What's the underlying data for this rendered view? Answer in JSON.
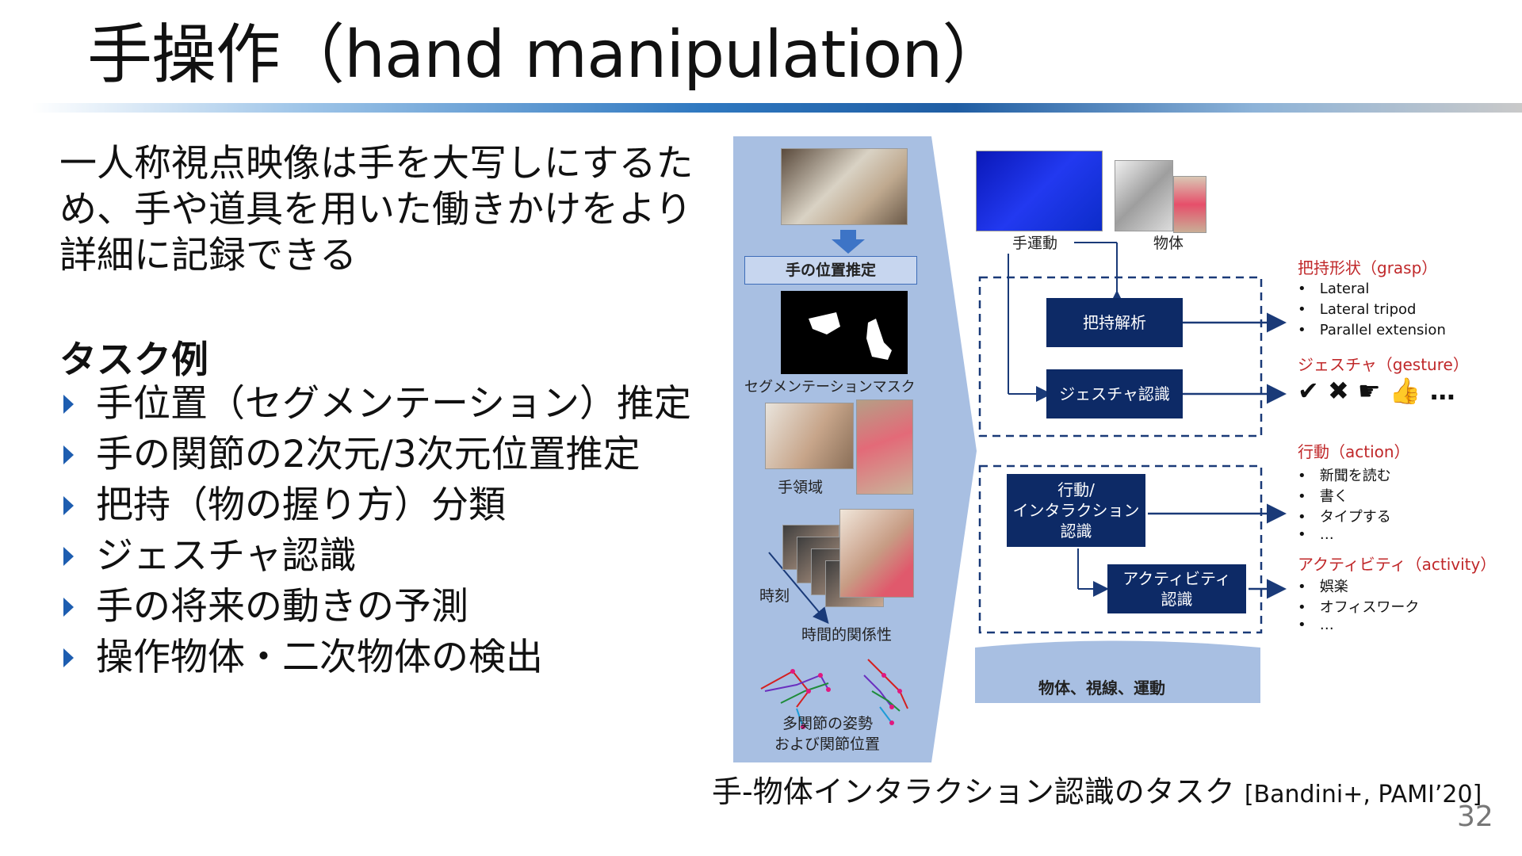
{
  "slide": {
    "title": "手操作（hand manipulation）",
    "intro": "一人称視点映像は手を大写しにするため、手や道具を用いた働きかけをより詳細に記録できる",
    "task_heading": "タスク例",
    "bullets": [
      "手位置（セグメンテーション）推定",
      "手の関節の2次元/3次元位置推定",
      "把持（物の握り方）分類",
      "ジェスチャ認識",
      "手の将来の動きの予測",
      "操作物体・二次物体の検出"
    ],
    "caption": "手-物体インタラクション認識のタスク",
    "citation": "[Bandini+, PAMI’20]",
    "page_number": "32"
  },
  "figure": {
    "left_panel": {
      "hand_position_box": "手の位置推定",
      "segmentation_mask": "セグメンテーションマスク",
      "hand_region": "手領域",
      "time": "時刻",
      "temporal_relation": "時間的関係性",
      "pose_line1": "多関節の姿勢",
      "pose_line2": "および関節位置"
    },
    "hand_motion": "手運動",
    "object": "物体",
    "grasp_analysis": "把持解析",
    "gesture_recognition": "ジェスチャ認識",
    "action_box_line1": "行動/",
    "action_box_line2": "インタラクション",
    "action_box_line3": "認識",
    "activity_box_line1": "アクティビティ",
    "activity_box_line2": "認識",
    "bottom_bar": "物体、視線、運動",
    "grasp_title": "把持形状（grasp）",
    "grasp_items": [
      "Lateral",
      "Lateral tripod",
      "Parallel extension"
    ],
    "gesture_title": "ジェスチャ（gesture）",
    "gesture_symbols": "✔ ✖ ☛ 👍 …",
    "action_title": "行動（action）",
    "action_items": [
      "新聞を読む",
      "書く",
      "タイプする",
      "…"
    ],
    "activity_title": "アクティビティ（activity）",
    "activity_items": [
      "娯楽",
      "オフィスワーク",
      "…"
    ],
    "colors": {
      "panel": "#a8bfe2",
      "box": "#0d2a66",
      "label_red": "#c0282a",
      "arrow": "#1a3a78"
    }
  }
}
